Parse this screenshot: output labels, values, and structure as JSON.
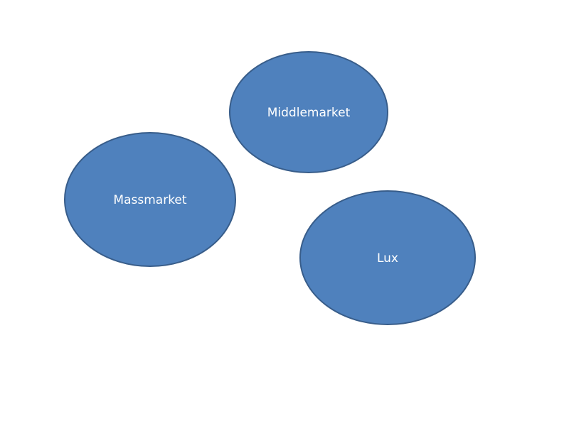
{
  "diagram": {
    "nodes": [
      {
        "id": "middlemarket",
        "label": "Middlemarket"
      },
      {
        "id": "massmarket",
        "label": "Massmarket"
      },
      {
        "id": "lux",
        "label": "Lux"
      }
    ]
  },
  "colors": {
    "background": "#ffffff",
    "node_fill": "#4f81bd",
    "node_stroke": "#385d8a",
    "node_text": "#ffffff"
  }
}
